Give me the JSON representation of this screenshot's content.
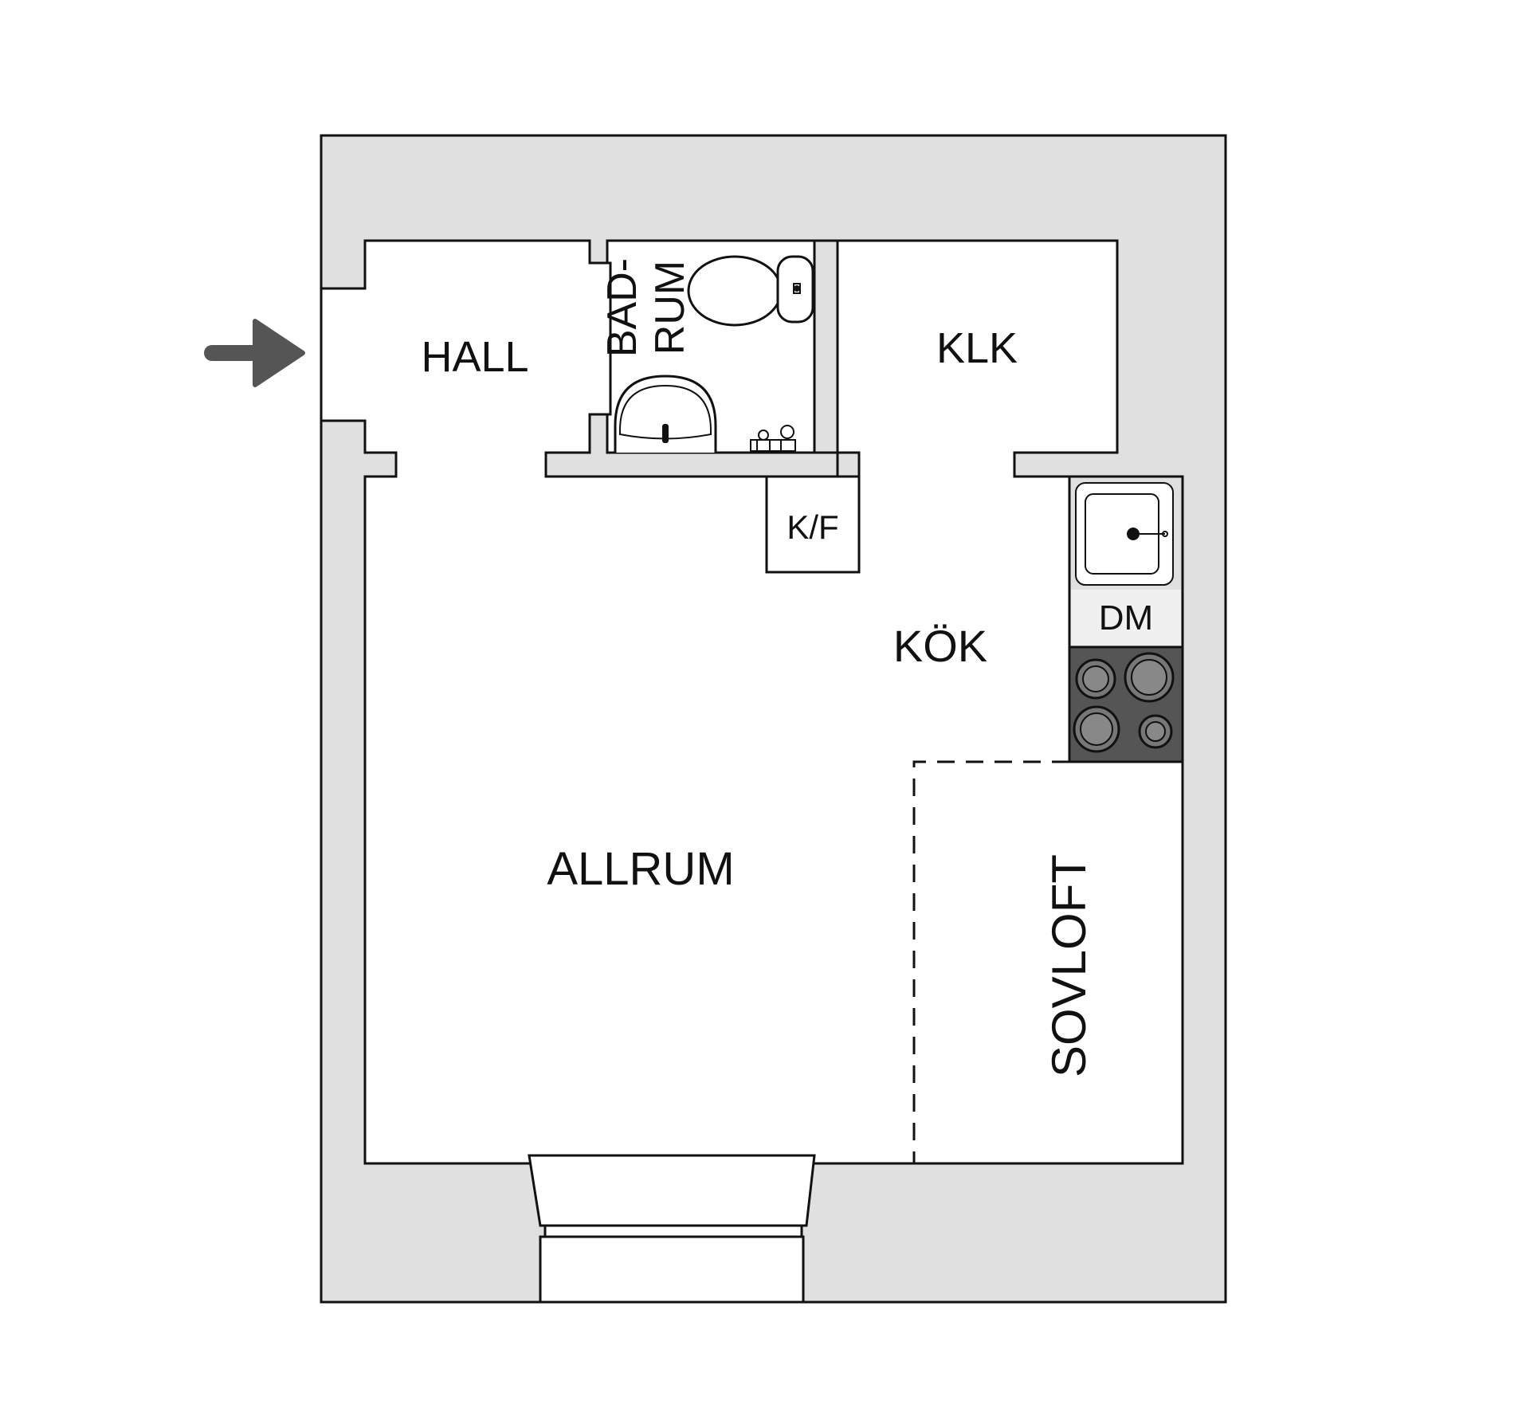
{
  "rooms": {
    "hall": "HALL",
    "badrum_line1": "BAD-",
    "badrum_line2": "RUM",
    "klk": "KLK",
    "kf": "K/F",
    "kok": "KÖK",
    "dm": "DM",
    "allrum": "ALLRUM",
    "sovloft": "SOVLOFT"
  },
  "colors": {
    "wall_fill": "#e0e0e0",
    "line": "#111111",
    "floor": "#ffffff",
    "stove": "#555555",
    "arrow": "#555555"
  },
  "icons": {
    "entrance": "entrance-arrow-icon",
    "toilet": "toilet-icon",
    "washbasin": "washbasin-icon",
    "shower": "shower-icon",
    "sink": "kitchen-sink-icon",
    "stove": "stove-icon",
    "window": "window-icon"
  }
}
